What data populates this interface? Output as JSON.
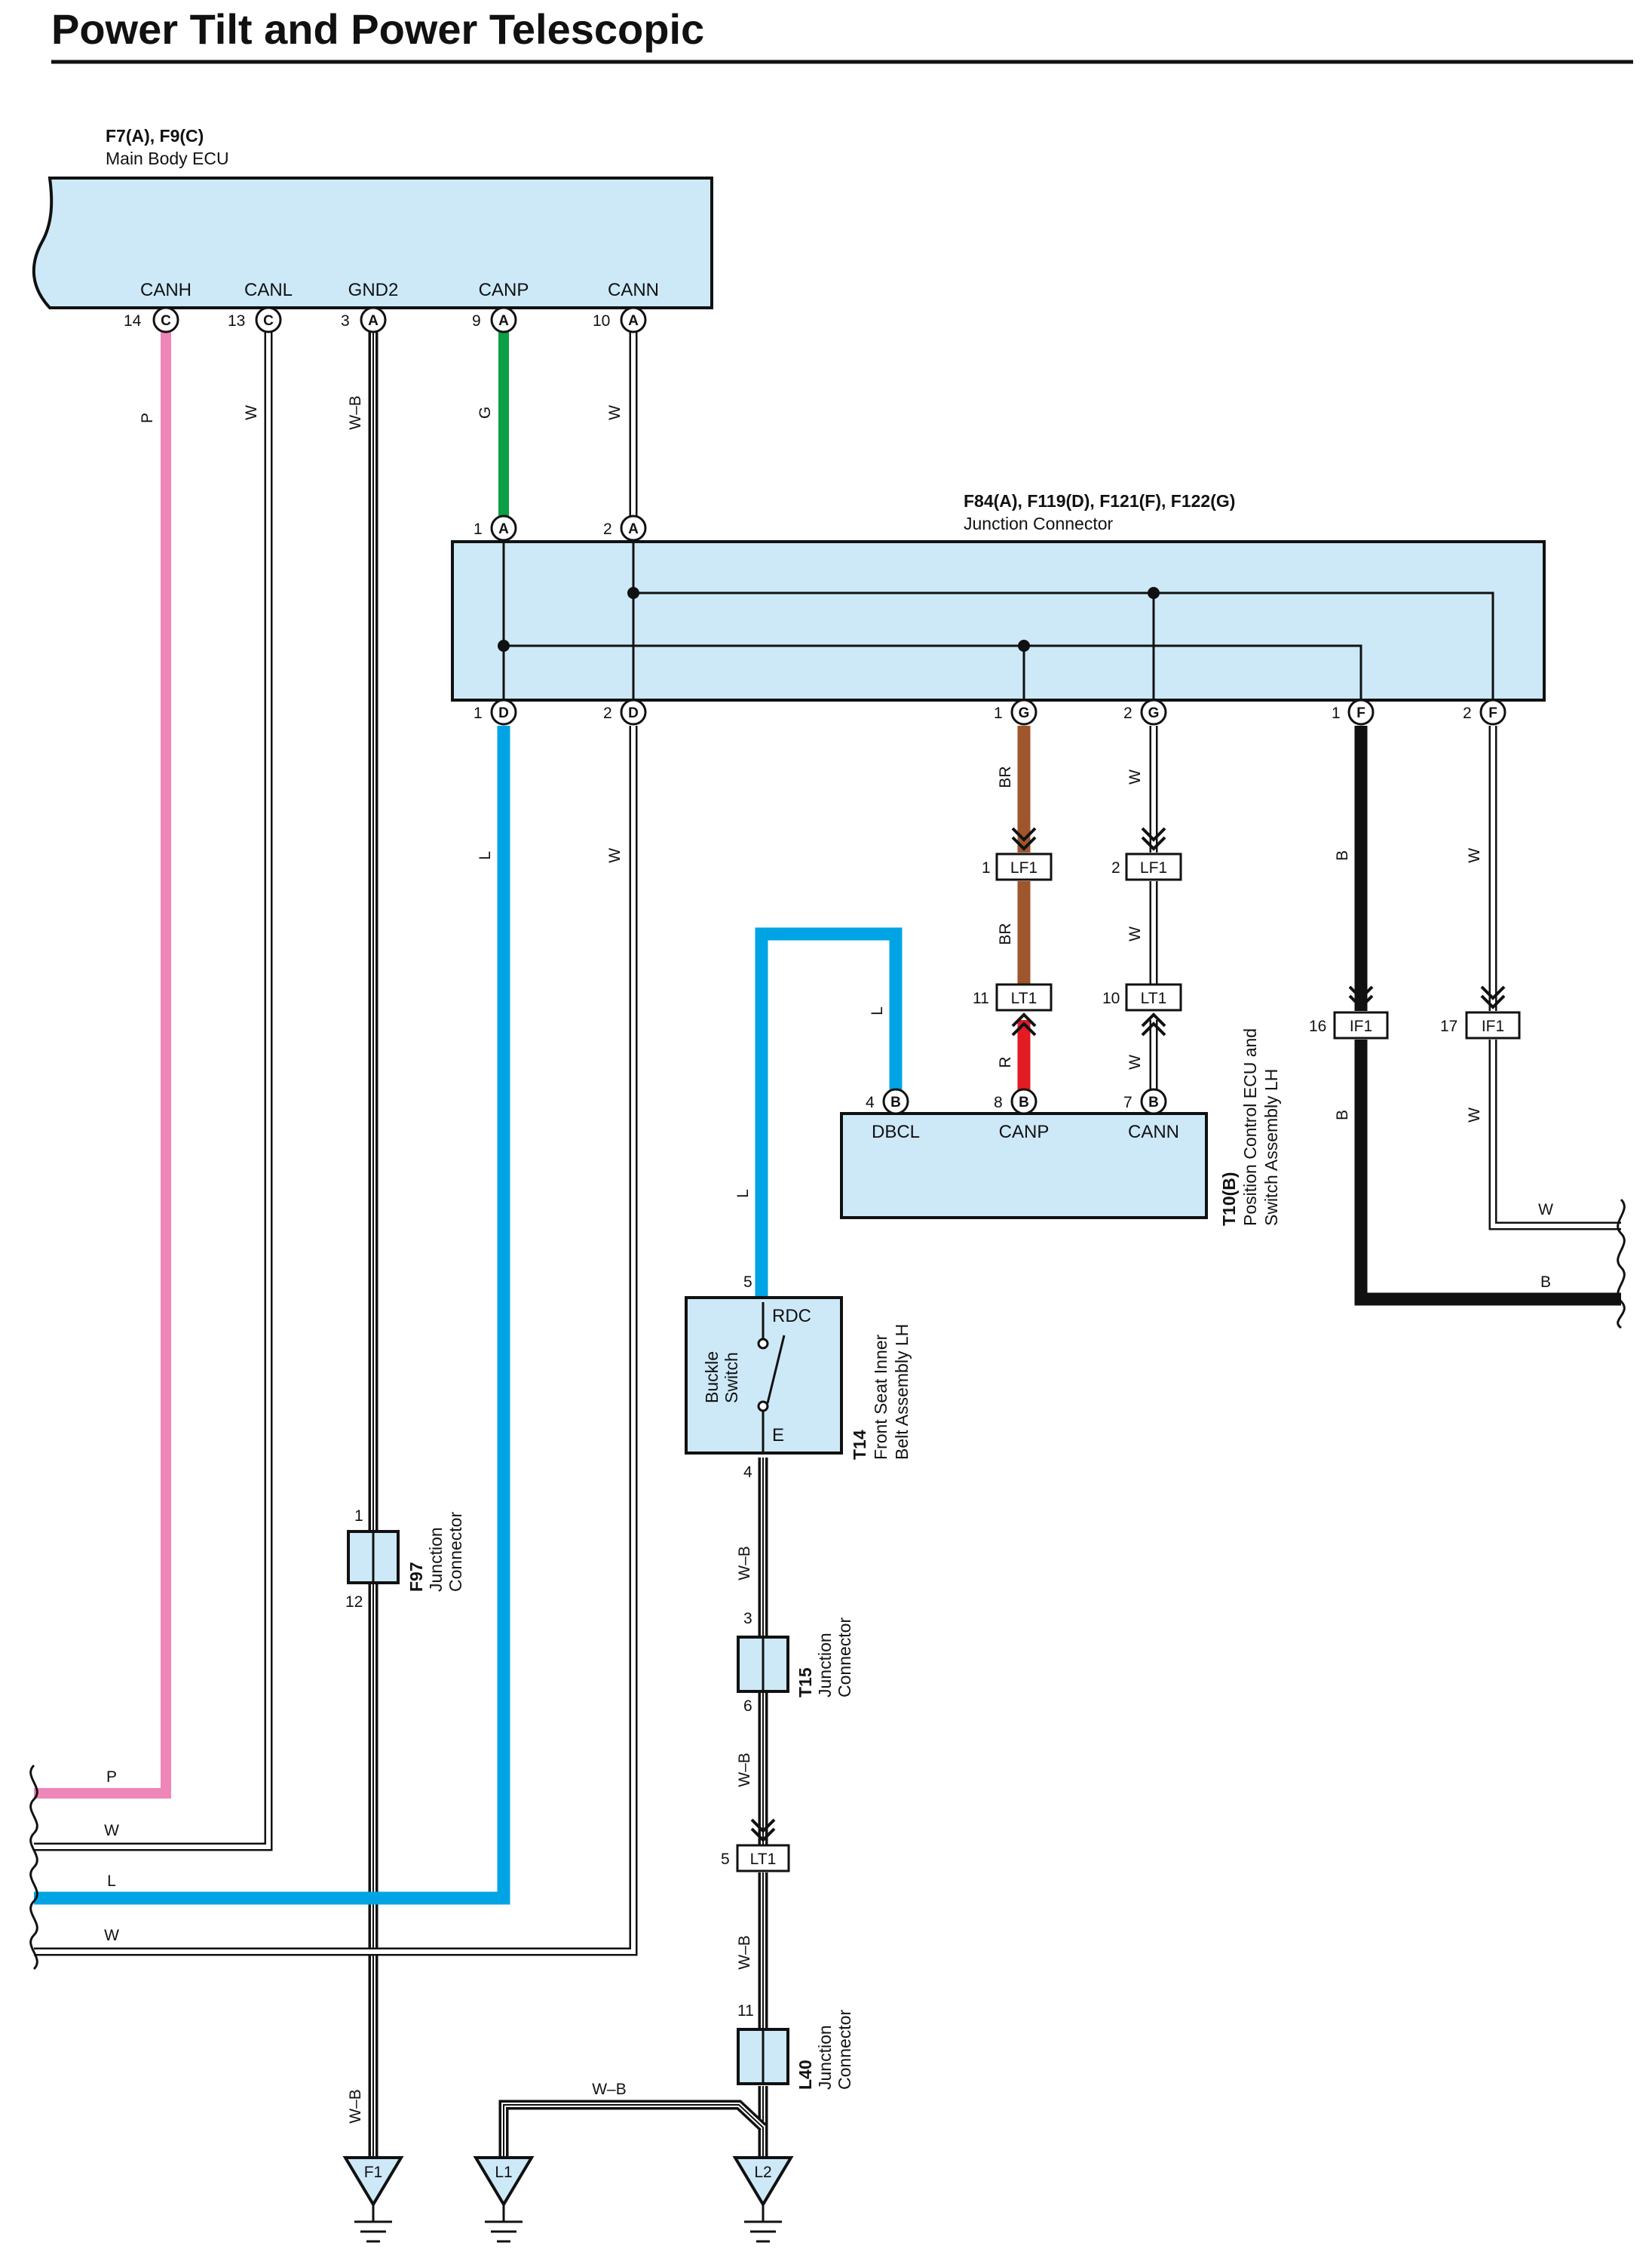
{
  "title": "Power Tilt and Power Telescopic",
  "components": {
    "main_ecu": {
      "code": "F7(A), F9(C)",
      "name": "Main Body ECU"
    },
    "junction_conn": {
      "code": "F84(A), F119(D), F121(F), F122(G)",
      "name": "Junction Connector"
    },
    "position_ecu": {
      "code": "T10(B)",
      "name_line1": "Position Control ECU and",
      "name_line2": "Switch Assembly LH"
    },
    "buckle": {
      "code": "T14",
      "name_line1": "Front Seat Inner",
      "name_line2": "Belt Assembly LH",
      "switch_line1": "Buckle",
      "switch_line2": "Switch",
      "rdc": "RDC",
      "e": "E"
    },
    "f97": {
      "code": "F97",
      "line1": "Junction",
      "line2": "Connector"
    },
    "t15": {
      "code": "T15",
      "line1": "Junction",
      "line2": "Connector"
    },
    "l40": {
      "code": "L40",
      "line1": "Junction",
      "line2": "Connector"
    }
  },
  "ecu_pins": [
    {
      "num": "14",
      "letter": "C",
      "name": "CANH"
    },
    {
      "num": "13",
      "letter": "C",
      "name": "CANL"
    },
    {
      "num": "3",
      "letter": "A",
      "name": "GND2"
    },
    {
      "num": "9",
      "letter": "A",
      "name": "CANP"
    },
    {
      "num": "10",
      "letter": "A",
      "name": "CANN"
    }
  ],
  "jc_top_pins": [
    {
      "num": "1",
      "letter": "A"
    },
    {
      "num": "2",
      "letter": "A"
    }
  ],
  "jc_bottom_pins": [
    {
      "num": "1",
      "letter": "D"
    },
    {
      "num": "2",
      "letter": "D"
    },
    {
      "num": "1",
      "letter": "G"
    },
    {
      "num": "2",
      "letter": "G"
    },
    {
      "num": "1",
      "letter": "F"
    },
    {
      "num": "2",
      "letter": "F"
    }
  ],
  "pos_ecu_pins": [
    {
      "num": "4",
      "letter": "B",
      "name": "DBCL"
    },
    {
      "num": "8",
      "letter": "B",
      "name": "CANP"
    },
    {
      "num": "7",
      "letter": "B",
      "name": "CANN"
    }
  ],
  "inline_connectors": {
    "lf1_a": {
      "num": "1",
      "label": "LF1"
    },
    "lf1_b": {
      "num": "2",
      "label": "LF1"
    },
    "lt1_a": {
      "num": "11",
      "label": "LT1"
    },
    "lt1_b": {
      "num": "10",
      "label": "LT1"
    },
    "if1_a": {
      "num": "16",
      "label": "IF1"
    },
    "if1_b": {
      "num": "17",
      "label": "IF1"
    },
    "lt1_c": {
      "num": "5",
      "label": "LT1"
    }
  },
  "junction_pins": {
    "f97_top": "1",
    "f97_bottom": "12",
    "t15_top": "3",
    "t15_bottom": "6",
    "l40_top": "11",
    "buckle_top": "5",
    "buckle_bottom": "4"
  },
  "wire_labels": {
    "canh": "P",
    "canl": "W",
    "gnd2": "W–B",
    "canp": "G",
    "cann": "W",
    "d1": "L",
    "d2": "W",
    "g1": "BR",
    "g1b": "BR",
    "g1c": "R",
    "g2": "W",
    "g2b": "W",
    "g2c": "W",
    "f1": "B",
    "f1b": "B",
    "f2": "W",
    "f2b": "W",
    "f2_out": "W",
    "f1_out": "B",
    "dbcl": "L",
    "dbcl2": "L",
    "buckle_gnd": "W–B",
    "t15_lt1": "W–B",
    "lt1_l40": "W–B",
    "l1_l2": "W–B",
    "f1_gnd": "W–B",
    "left_p": "P",
    "left_w1": "W",
    "left_l": "L",
    "left_w2": "W"
  },
  "grounds": [
    "F1",
    "L1",
    "L2"
  ],
  "colors": {
    "pink": "#ef86b9",
    "green": "#0b9f47",
    "blue": "#00a4e4",
    "brown": "#a0562d",
    "red": "#e31b23",
    "black": "#111111",
    "box_fill": "#cde9f8"
  }
}
